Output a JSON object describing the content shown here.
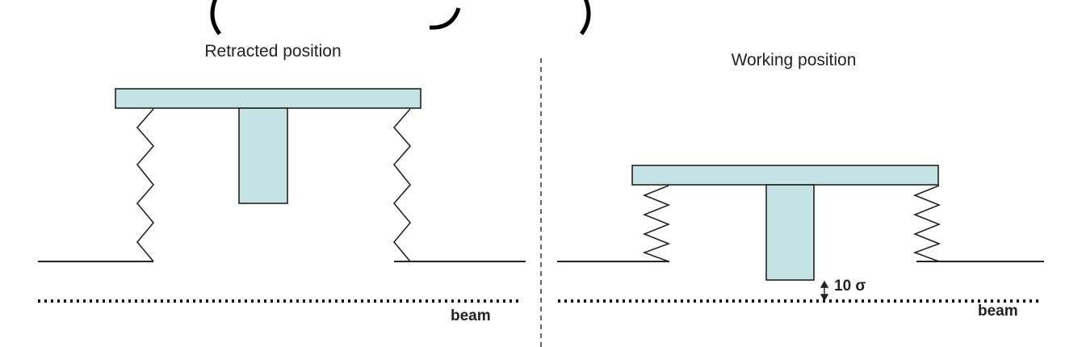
{
  "heading": "(                     )",
  "left_panel": {
    "title": "Retracted position",
    "beam_label": "beam"
  },
  "right_panel": {
    "title": "Working position",
    "beam_label": "beam",
    "gap_label": "10 σ"
  },
  "colors": {
    "plate_fill": "#c5e2e5",
    "line": "#222222"
  }
}
